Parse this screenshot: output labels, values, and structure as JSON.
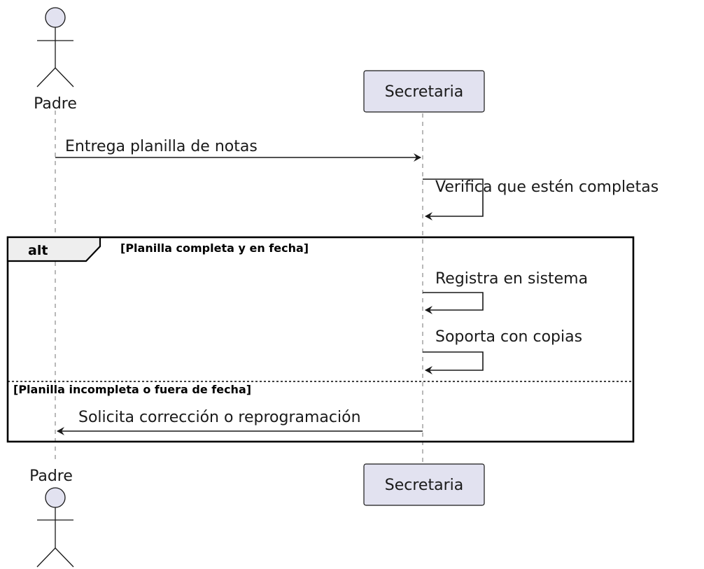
{
  "participants": {
    "padre": "Padre",
    "secretaria": "Secretaria"
  },
  "messages": {
    "m1": "Entrega planilla de notas",
    "m2": "Verifica que estén completas",
    "m3": "Registra en sistema",
    "m4": "Soporta con copias",
    "m5": "Solicita corrección o reprogramación"
  },
  "alt": {
    "keyword": "alt",
    "guard1": "[Planilla completa y en fecha]",
    "guard2": "[Planilla incompleta o fuera de fecha]"
  },
  "colors": {
    "participant_fill": "#e2e2f0",
    "stroke": "#181818",
    "lifeline": "#8a8a8a"
  }
}
